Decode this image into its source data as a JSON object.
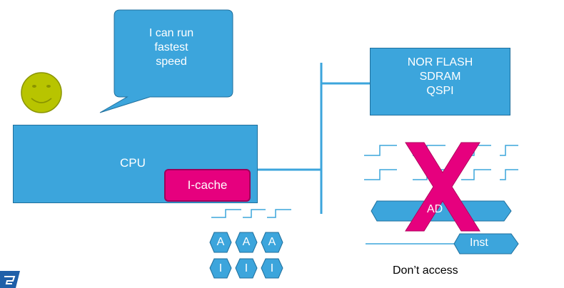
{
  "speech_bubble": {
    "lines": [
      "I can run",
      "fastest",
      "speed"
    ]
  },
  "cpu": {
    "label": "CPU"
  },
  "icache": {
    "label": "I-cache"
  },
  "memory": {
    "lines": [
      "NOR FLASH",
      "SDRAM",
      "QSPI"
    ]
  },
  "bus_fast": {
    "addr_labels": [
      "A",
      "A",
      "A"
    ],
    "inst_labels": [
      "I",
      "I",
      "I"
    ]
  },
  "bus_slow": {
    "addr_label": "AD",
    "inst_label": "Inst"
  },
  "caption": {
    "text": "Don’t access"
  },
  "icons": [
    "smiley-icon",
    "arrow-left-icon",
    "cross-icon",
    "logo-icon"
  ],
  "colors": {
    "blue": "#3ca5dc",
    "magenta": "#e6007e",
    "green": "#9bbb1f",
    "smiley": "#b8c400"
  }
}
